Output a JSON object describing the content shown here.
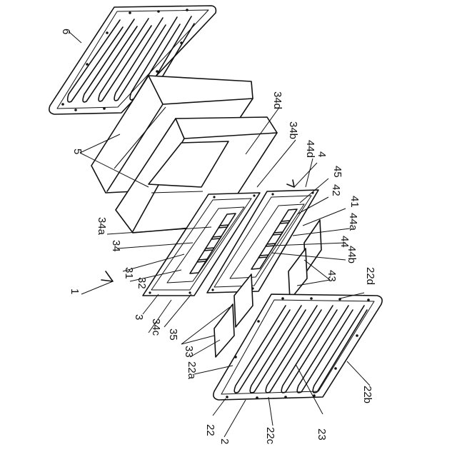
{
  "labels": {
    "l1": "1",
    "l2": "2",
    "l3": "3",
    "l4": "4",
    "l5": "5",
    "l6": "6",
    "l22": "22",
    "l22a": "22a",
    "l22b": "22b",
    "l22c": "22c",
    "l22d": "22d",
    "l23": "23",
    "l31": "31",
    "l32": "32",
    "l33": "33",
    "l34": "34",
    "l34a": "34a",
    "l34b": "34b",
    "l34c": "34c",
    "l34d": "34d",
    "l35": "35",
    "l41": "41",
    "l42": "42",
    "l43": "43",
    "l44": "44",
    "l44a": "44a",
    "l44b": "44b",
    "l44d": "44d",
    "l45": "45"
  }
}
